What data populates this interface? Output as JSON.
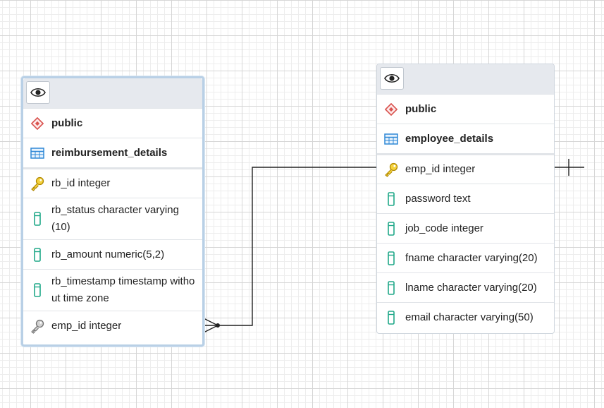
{
  "tables": [
    {
      "schema": "public",
      "table": "reimbursement_details",
      "columns": [
        {
          "label": "rb_id integer",
          "icon": "primary-key-icon"
        },
        {
          "label": "rb_status character varying (10)",
          "icon": "column-icon"
        },
        {
          "label": "rb_amount numeric(5,2)",
          "icon": "column-icon"
        },
        {
          "label": "rb_timestamp timestamp without time zone",
          "icon": "column-icon"
        },
        {
          "label": "emp_id integer",
          "icon": "foreign-key-icon"
        }
      ]
    },
    {
      "schema": "public",
      "table": "employee_details",
      "columns": [
        {
          "label": "emp_id integer",
          "icon": "primary-key-icon"
        },
        {
          "label": "password text",
          "icon": "column-icon"
        },
        {
          "label": "job_code integer",
          "icon": "column-icon"
        },
        {
          "label": "fname character varying(20)",
          "icon": "column-icon"
        },
        {
          "label": "lname character varying(20)",
          "icon": "column-icon"
        },
        {
          "label": "email character varying(50)",
          "icon": "column-icon"
        }
      ]
    }
  ],
  "relationship": {
    "from": "reimbursement_details.emp_id",
    "to": "employee_details.emp_id",
    "cardinality": "many-to-one"
  },
  "colors": {
    "schema_icon": "#d9534f",
    "table_icon": "#2f88d6",
    "column_icon": "#20a889",
    "primary_key": "#e0b400",
    "foreign_key": "#8c8c8c",
    "selection_border": "#b9d0e6"
  }
}
